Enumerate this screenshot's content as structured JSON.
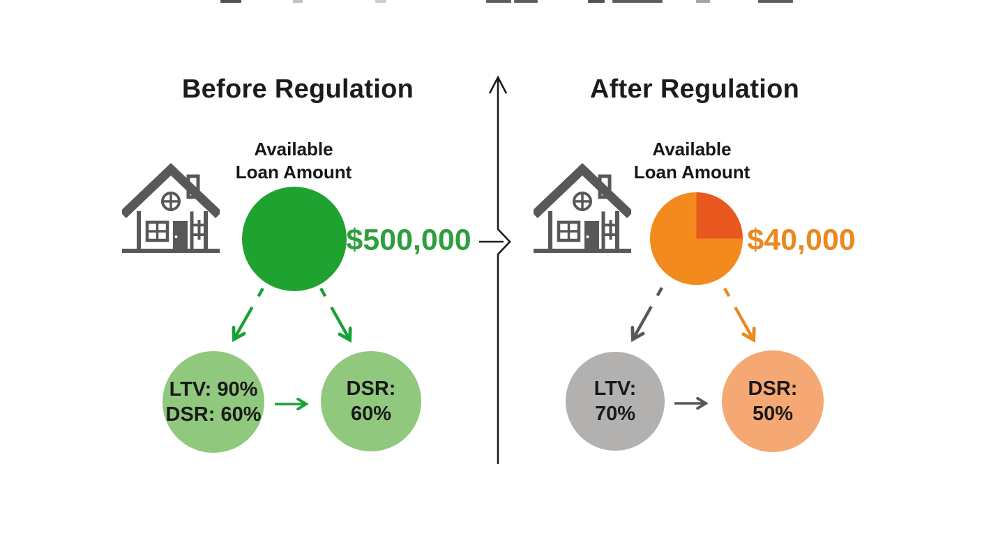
{
  "colors": {
    "ink": "#1c1c1c",
    "text_dark": "#161616",
    "green_main": "#1fa22f",
    "green_light": "#90c87e",
    "green_text": "#2e9e3f",
    "green_arrow": "#18a138",
    "orange_main": "#f28a1d",
    "orange_dark": "#e8581f",
    "orange_light": "#f5a873",
    "orange_text": "#e9891e",
    "orange_arrow": "#e9891e",
    "gray_circle": "#b3b1b0",
    "gray_arrow": "#57575a",
    "house_gray": "#58585a"
  },
  "before": {
    "title": "Before Regulation",
    "loan_label_line1": "Available",
    "loan_label_line2": "Loan Amount",
    "amount": "$500,000",
    "house_icon": "house-icon",
    "limits": [
      {
        "line1": "LTV: 90%",
        "line2": "DSR: 60%"
      },
      {
        "line1": "DSR:",
        "line2": "60%"
      }
    ]
  },
  "after": {
    "title": "After Regulation",
    "loan_label_line1": "Available",
    "loan_label_line2": "Loan Amount",
    "amount": "$40,000",
    "house_icon": "house-icon",
    "limits": [
      {
        "line1": "LTV:",
        "line2": "70%"
      },
      {
        "line1": "DSR:",
        "line2": "50%"
      }
    ]
  }
}
